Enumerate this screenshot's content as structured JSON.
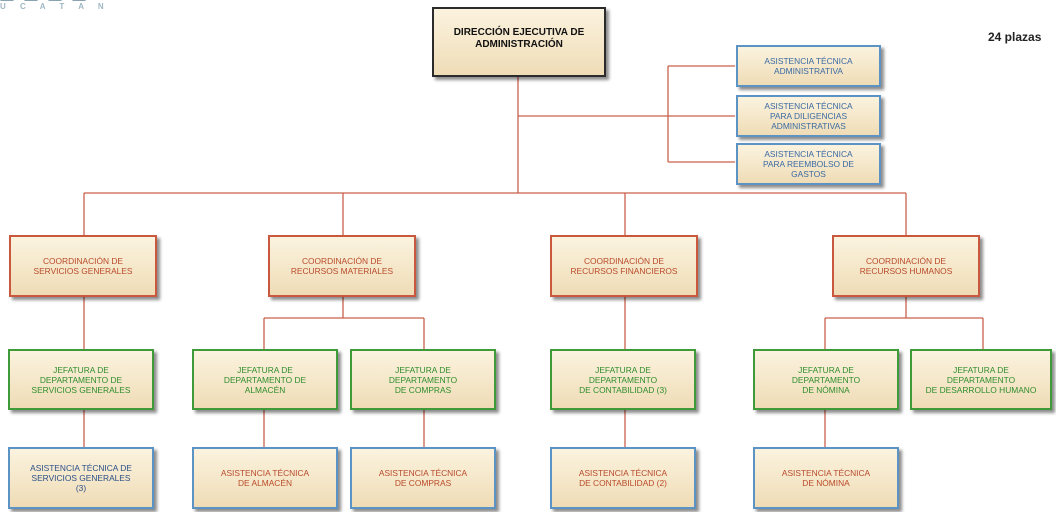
{
  "logo": {
    "word": "U C A T A N"
  },
  "header": {
    "plazas": "24 plazas"
  },
  "boxes": {
    "direccion": "DIRECCIÓN EJECUTIVA DE\nADMINISTRACIÓN",
    "asist_admin": "ASISTENCIA TÉCNICA\nADMINISTRATIVA",
    "asist_diligencias": "ASISTENCIA TÉCNICA\nPARA DILIGENCIAS\nADMINISTRATIVAS",
    "asist_reembolso": "ASISTENCIA TÉCNICA\nPARA REEMBOLSO DE\nGASTOS",
    "coord_servicios": "COORDINACIÓN DE\nSERVICIOS GENERALES",
    "coord_materiales": "COORDINACIÓN DE\nRECURSOS MATERIALES",
    "coord_financieros": "COORDINACIÓN DE\nRECURSOS FINANCIEROS",
    "coord_humanos": "COORDINACIÓN DE\nRECURSOS HUMANOS",
    "jef_servicios": "JEFATURA DE\nDEPARTAMENTO DE\nSERVICIOS GENERALES",
    "jef_almacen": "JEFATURA DE\nDEPARTAMENTO DE\nALMACÉN",
    "jef_compras": "JEFATURA DE\nDEPARTAMENTO\nDE COMPRAS",
    "jef_contabilidad": "JEFATURA DE\nDEPARTAMENTO\nDE CONTABILIDAD (3)",
    "jef_nomina": "JEFATURA DE\nDEPARTAMENTO\nDE NÓMINA",
    "jef_desarrollo": "JEFATURA DE\nDEPARTAMENTO\nDE DESARROLLO HUMANO",
    "asist_servicios": "ASISTENCIA TÉCNICA DE\nSERVICIOS GENERALES\n(3)",
    "asist_almacen": "ASISTENCIA TÉCNICA\nDE ALMACÉN",
    "asist_compras": "ASISTENCIA TÉCNICA\nDE COMPRAS",
    "asist_contabilidad": "ASISTENCIA TÉCNICA\nDE CONTABILIDAD (2)",
    "asist_nomina": "ASISTENCIA TÉCNICA\nDE NÓMINA"
  },
  "colors": {
    "connector": "#c9604a",
    "box_fill": "#f5e6c4",
    "border_coordination": "#c9583f",
    "border_jefatura": "#3f9b3a",
    "border_asistencia": "#5a93c4"
  }
}
